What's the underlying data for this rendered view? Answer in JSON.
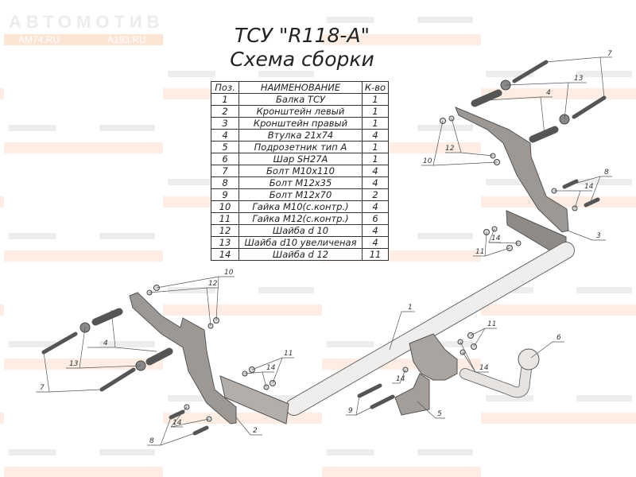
{
  "title": "ТСУ \"R118-A\"",
  "subtitle": "Схема сборки",
  "watermark": {
    "logo": "АВТОМОТИВ",
    "site1": "AM74.RU",
    "site2": "A193.RU"
  },
  "table": {
    "headers": [
      "Поз.",
      "НАИМЕНОВАНИЕ",
      "К-во"
    ],
    "rows": [
      [
        "1",
        "Балка ТСУ",
        "1"
      ],
      [
        "2",
        "Кронштейн левый",
        "1"
      ],
      [
        "3",
        "Кронштейн правый",
        "1"
      ],
      [
        "4",
        "Втулка 21х74",
        "4"
      ],
      [
        "5",
        "Подрозетник тип А",
        "1"
      ],
      [
        "6",
        "Шар SH27A",
        "1"
      ],
      [
        "7",
        "Болт М10х110",
        "4"
      ],
      [
        "8",
        "Болт М12х35",
        "4"
      ],
      [
        "9",
        "Болт М12х70",
        "2"
      ],
      [
        "10",
        "Гайка М10(с.контр.)",
        "4"
      ],
      [
        "11",
        "Гайка М12(с.контр.)",
        "6"
      ],
      [
        "12",
        "Шайба d 10",
        "4"
      ],
      [
        "13",
        "Шайба d10 увеличеная",
        "4"
      ],
      [
        "14",
        "Шайба d 12",
        "11"
      ]
    ]
  },
  "callouts": [
    "7",
    "13",
    "4",
    "12",
    "10",
    "8",
    "14",
    "3",
    "14",
    "11",
    "10",
    "12",
    "4",
    "13",
    "7",
    "11",
    "14",
    "8",
    "14",
    "2",
    "1",
    "11",
    "14",
    "14",
    "9",
    "5",
    "6"
  ]
}
